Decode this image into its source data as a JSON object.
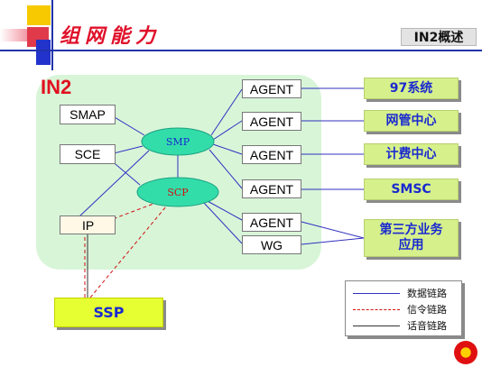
{
  "header": {
    "title": "组网能力",
    "tag": "IN2概述"
  },
  "in2": {
    "label": "IN2",
    "nodes": {
      "smap": "SMAP",
      "sce": "SCE",
      "ip": "IP",
      "smp": "SMP",
      "scp": "SCP",
      "agents": [
        "AGENT",
        "AGENT",
        "AGENT",
        "AGENT",
        "AGENT"
      ],
      "wg": "WG"
    }
  },
  "external": {
    "sys97": "97系统",
    "nms": "网管中心",
    "billing": "计费中心",
    "smsc": "SMSC",
    "third_party": [
      "第三方业务",
      "应用"
    ],
    "ssp": "SSP"
  },
  "legend": {
    "items": [
      {
        "label": "数据链路",
        "color": "#3030c0",
        "style": "solid"
      },
      {
        "label": "信令链路",
        "color": "#d01010",
        "style": "dashed"
      },
      {
        "label": "话音链路",
        "color": "#333333",
        "style": "solid"
      }
    ]
  },
  "colors": {
    "title": "#e0102a",
    "in2_area": "#d8f5d8",
    "external_box": "#d6f08c",
    "ssp_box": "#e6ff33",
    "ellipse": "#33ddaa",
    "data_link": "#3030c0",
    "signal_link": "#d01010",
    "voice_link": "#333333"
  }
}
